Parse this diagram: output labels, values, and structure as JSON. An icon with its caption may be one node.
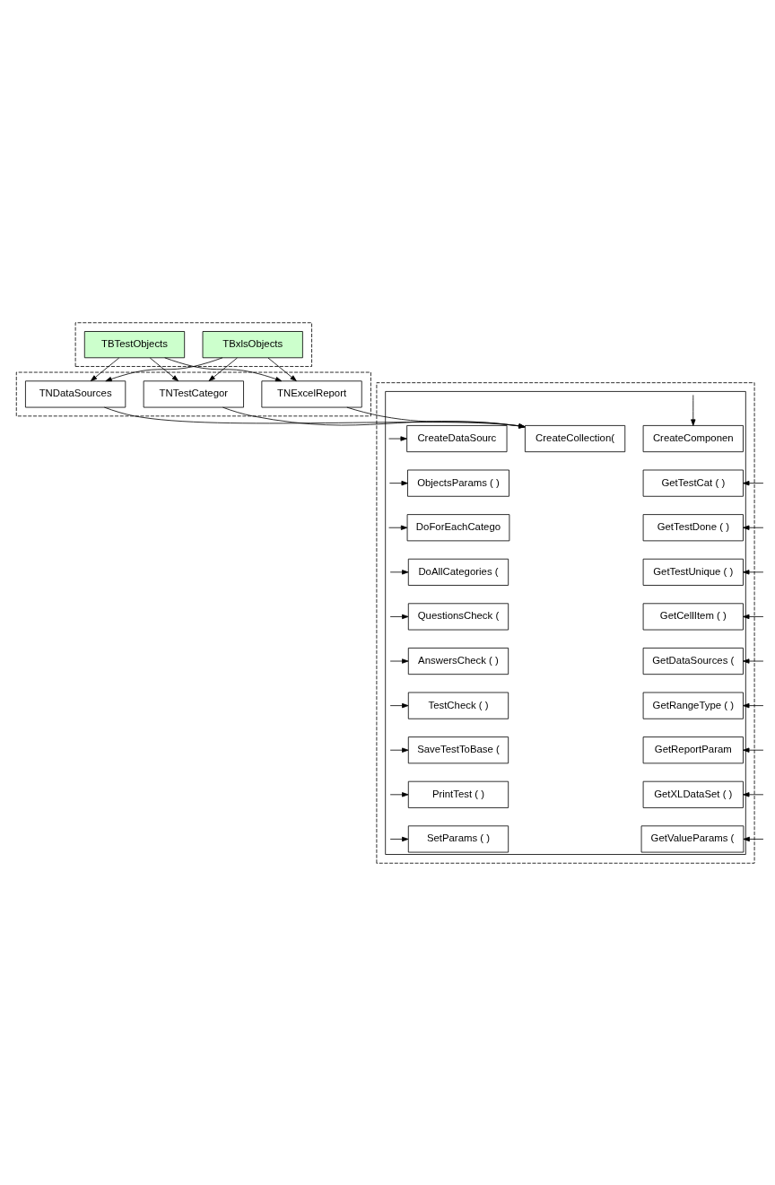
{
  "diagram": {
    "nodes": [
      {
        "text": [],
        "shape": "box"
      },
      {
        "text": [
          "TBTestObjects"
        ],
        "in": 0
      },
      {
        "text": [
          "TBxlsObjects"
        ],
        "in": 0
      },
      {
        "text": [],
        "shape": "box"
      },
      {
        "text": [
          "TNTestCategor"
        ],
        "in": 3
      },
      {
        "text": [
          "TNExcelReport"
        ],
        "in": 3
      },
      {
        "text": [
          "TNDataSources"
        ],
        "in": 3
      },
      {
        "text": [],
        "shape": "box"
      },
      {
        "text": [],
        "shape": "box",
        "in": 7
      },
      {
        "text": [
          "CreateDataSourc"
        ],
        "in": 8
      },
      {
        "text": [
          "CreateCollection("
        ],
        "in": 8
      },
      {
        "text": [
          "CreateComponen"
        ],
        "in": 8
      },
      {
        "text": [
          "ObjectsParams ( )"
        ],
        "in": 8
      },
      {
        "text": [
          "GetTestCat ( )"
        ],
        "in": 8
      },
      {
        "text": [
          "DoForEachCatego"
        ],
        "in": 8
      },
      {
        "text": [
          "GetTestDone ( )"
        ],
        "in": 8
      },
      {
        "text": [
          "DoAllCategories ("
        ],
        "in": 8
      },
      {
        "text": [
          "GetTestUnique ( )"
        ],
        "in": 8
      },
      {
        "text": [
          "QuestionsCheck ("
        ],
        "in": 8
      },
      {
        "text": [
          "GetCellItem ( )"
        ],
        "in": 8
      },
      {
        "text": [
          "AnswersCheck ( )"
        ],
        "in": 8
      },
      {
        "text": [
          "GetDataSources ("
        ],
        "in": 8
      },
      {
        "text": [
          "TestCheck ( )"
        ],
        "in": 8
      },
      {
        "text": [
          "GetRangeType ( )"
        ],
        "in": 8
      },
      {
        "text": [
          "SaveTestToBase ("
        ],
        "in": 8
      },
      {
        "text": [
          "GetReportParam"
        ],
        "in": 8
      },
      {
        "text": [
          "PrintTest ( )"
        ],
        "in": 8
      },
      {
        "text": [
          "GetXLDataSet ( )"
        ],
        "in": 8
      },
      {
        "text": [
          "SetParams ( )"
        ],
        "in": 8
      },
      {
        "text": [
          "GetValueParams ("
        ],
        "in": 8
      }
    ],
    "edges": [
      {
        "from": 1,
        "to": 4,
        "arrow": "to"
      },
      {
        "from": 1,
        "to": 5,
        "arrow": "to"
      },
      {
        "from": 1,
        "to": 6,
        "arrow": "to"
      },
      {
        "from": 2,
        "to": 4,
        "arrow": "to"
      },
      {
        "from": 2,
        "to": 5,
        "arrow": "to"
      },
      {
        "from": 2,
        "to": 6,
        "arrow": "to"
      },
      {
        "from": 4,
        "to": 10,
        "arrow": "to"
      },
      {
        "from": 5,
        "to": 10,
        "arrow": "to"
      },
      {
        "from": 6,
        "to": 10,
        "arrow": "to"
      },
      {
        "from": 8,
        "to": 9,
        "arrow": "to"
      },
      {
        "from": 8,
        "to": 11,
        "arrow": "to"
      },
      {
        "from": 8,
        "to": 12,
        "arrow": "to"
      },
      {
        "from": 8,
        "to": 14,
        "arrow": "to"
      },
      {
        "from": 8,
        "to": 16,
        "arrow": "to"
      },
      {
        "from": 8,
        "to": 18,
        "arrow": "to"
      },
      {
        "from": 8,
        "to": 20,
        "arrow": "to"
      },
      {
        "from": 8,
        "to": 22,
        "arrow": "to"
      },
      {
        "from": 8,
        "to": 24,
        "arrow": "to"
      },
      {
        "from": 8,
        "to": 26,
        "arrow": "to"
      },
      {
        "from": 8,
        "to": 28,
        "arrow": "to"
      },
      {
        "from": null,
        "to": 13,
        "arrow": "to"
      },
      {
        "from": null,
        "to": 15,
        "arrow": "to"
      },
      {
        "from": null,
        "to": 17,
        "arrow": "to"
      },
      {
        "from": null,
        "to": 19,
        "arrow": "to"
      },
      {
        "from": null,
        "to": 21,
        "arrow": "to"
      },
      {
        "from": null,
        "to": 23,
        "arrow": "to"
      },
      {
        "from": null,
        "to": 25,
        "arrow": "to"
      },
      {
        "from": null,
        "to": 27,
        "arrow": "to"
      },
      {
        "from": null,
        "to": 29,
        "arrow": "to"
      }
    ]
  }
}
